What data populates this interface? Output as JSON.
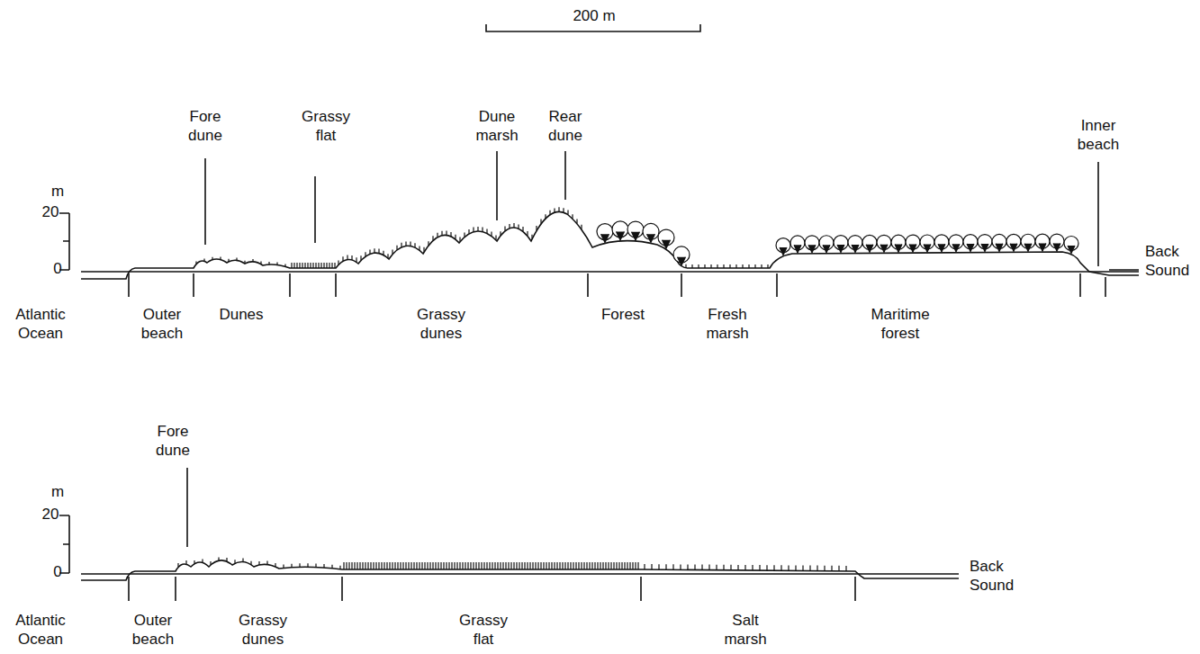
{
  "diagram": {
    "labels": [
      "200 m",
      "m",
      "20",
      "0",
      "Fore dune",
      "Grassy flat",
      "Dune marsh",
      "Rear dune",
      "Inner beach",
      "Back Sound",
      "Atlantic Ocean",
      "Outer beach",
      "Dunes",
      "Grassy dunes",
      "Forest",
      "Fresh marsh",
      "Maritime forest",
      "Fore dune",
      "m",
      "20",
      "0",
      "Back Sound",
      "Atlantic Ocean",
      "Outer beach",
      "Grassy dunes",
      "Grassy flat",
      "Salt marsh"
    ]
  }
}
